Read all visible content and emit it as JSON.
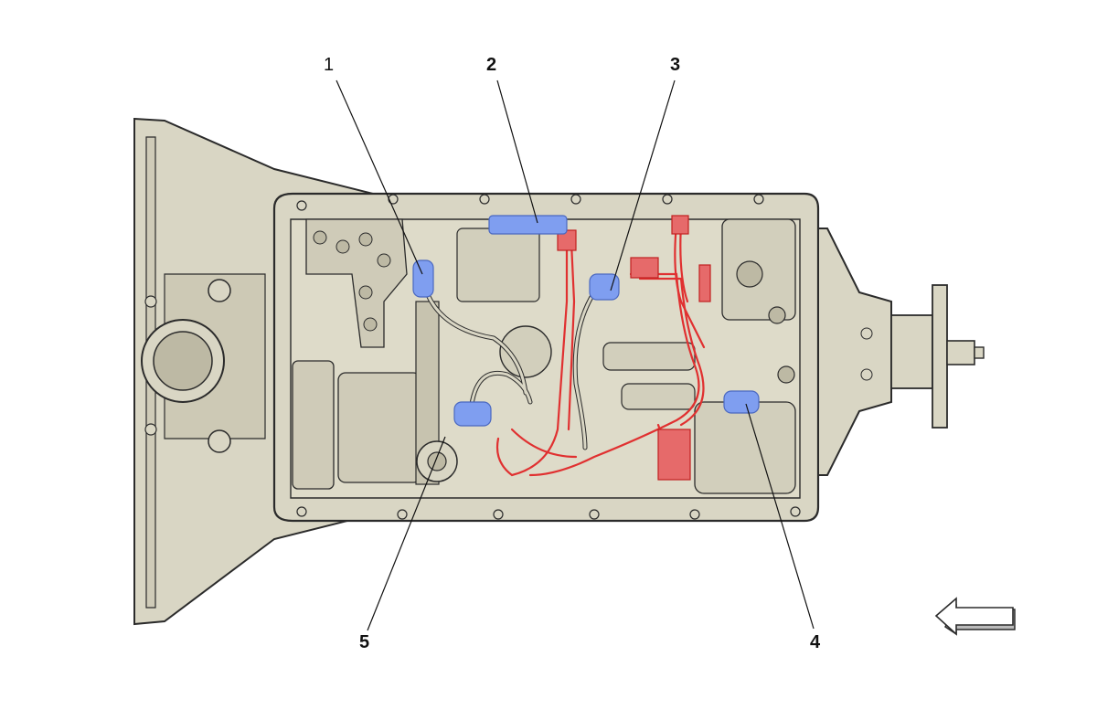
{
  "callouts": [
    {
      "id": "1",
      "label": "1"
    },
    {
      "id": "2",
      "label": "2"
    },
    {
      "id": "3",
      "label": "3"
    },
    {
      "id": "4",
      "label": "4"
    },
    {
      "id": "5",
      "label": "5"
    }
  ],
  "colors": {
    "housing": "#d9d6c4",
    "outline": "#2b2b2b",
    "harness": "#e03030",
    "sensor": "#7f9ef0",
    "background": "#ffffff"
  },
  "icons": {
    "direction": "arrow-left-icon"
  }
}
